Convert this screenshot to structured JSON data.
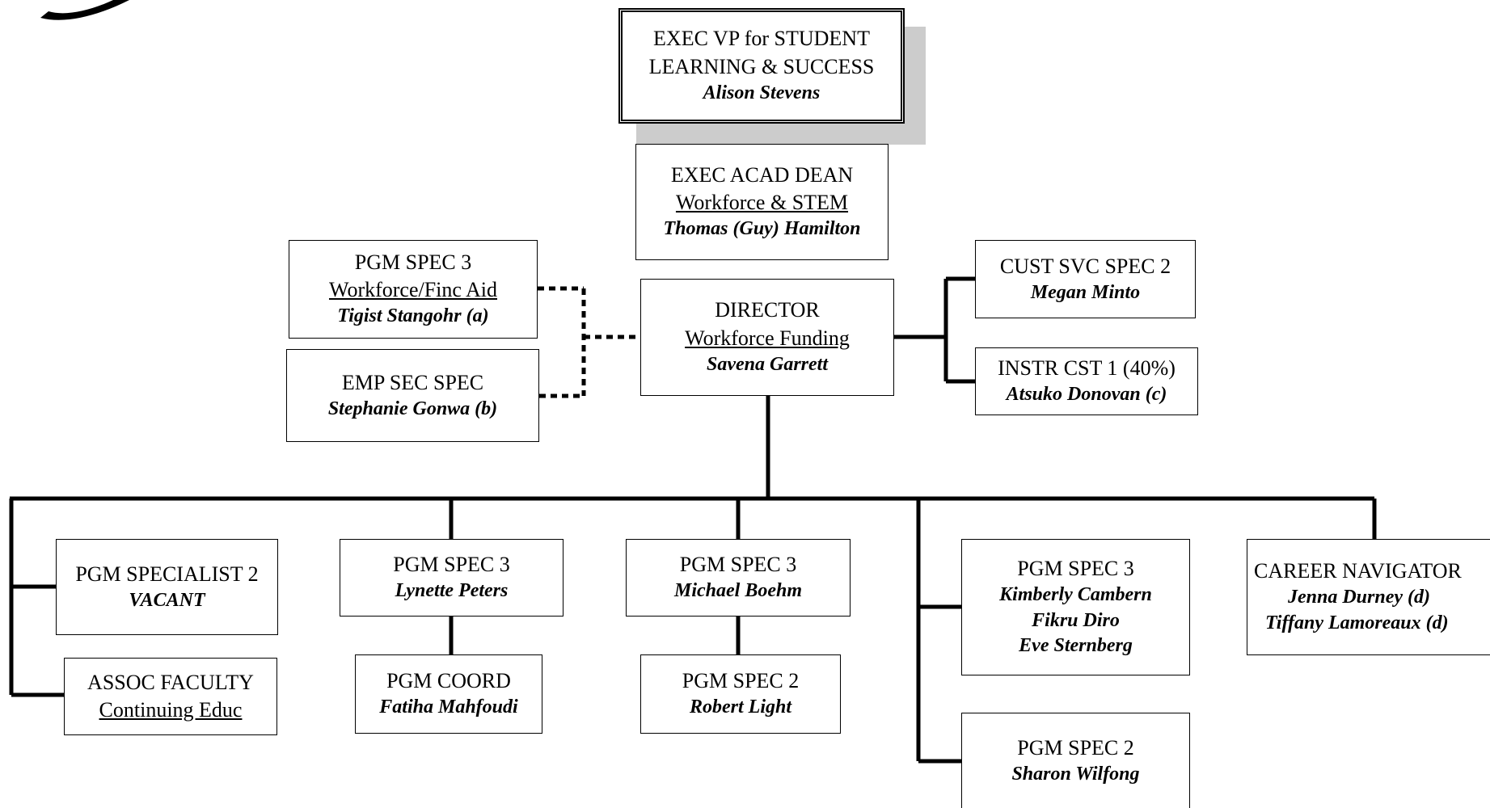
{
  "org": {
    "exec_vp": {
      "title_line1": "EXEC VP for STUDENT",
      "title_line2": "LEARNING & SUCCESS",
      "name": "Alison Stevens"
    },
    "exec_dean": {
      "title": "EXEC ACAD DEAN",
      "unit": "Workforce & STEM",
      "name": "Thomas (Guy) Hamilton"
    },
    "director": {
      "title": "DIRECTOR",
      "unit": "Workforce Funding",
      "name": "Savena Garrett"
    },
    "pgm_spec3_finaid": {
      "title": "PGM SPEC 3",
      "unit": "Workforce/Finc Aid",
      "name": "Tigist Stangohr (a)"
    },
    "emp_sec_spec": {
      "title": "EMP SEC SPEC",
      "name": "Stephanie Gonwa (b)"
    },
    "cust_svc_spec2": {
      "title": "CUST SVC SPEC 2",
      "name": "Megan Minto"
    },
    "instr_cst1": {
      "title": "INSTR CST 1 (40%)",
      "name": "Atsuko Donovan (c)"
    },
    "pgm_specialist2": {
      "title": "PGM SPECIALIST 2",
      "name": "VACANT"
    },
    "assoc_faculty": {
      "title": "ASSOC FACULTY",
      "unit": "Continuing Educ"
    },
    "pgm_spec3_peters": {
      "title": "PGM SPEC 3",
      "name": "Lynette Peters"
    },
    "pgm_coord": {
      "title": "PGM COORD",
      "name": "Fatiha Mahfoudi"
    },
    "pgm_spec3_boehm": {
      "title": "PGM SPEC 3",
      "name": "Michael Boehm"
    },
    "pgm_spec2_light": {
      "title": "PGM SPEC 2",
      "name": "Robert Light"
    },
    "pgm_spec3_group": {
      "title": "PGM SPEC 3",
      "names": [
        "Kimberly Cambern",
        "Fikru Diro",
        "Eve Sternberg"
      ]
    },
    "pgm_spec2_wilfong": {
      "title": "PGM SPEC 2",
      "name": "Sharon Wilfong"
    },
    "career_navigator": {
      "title": "CAREER NAVIGATOR",
      "names": [
        "Jenna Durney (d)",
        "Tiffany Lamoreaux (d)"
      ]
    }
  }
}
